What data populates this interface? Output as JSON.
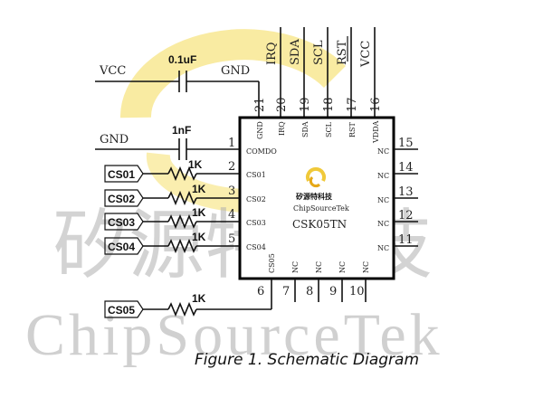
{
  "colors": {
    "logo_arc": "#f7e27a",
    "logo_accent": "#f0c93a",
    "watermark": "#aaaaaa"
  },
  "chip": {
    "part": "CSK05TN",
    "logo_text": "矽源特科技",
    "logo_sub": "ChipSourceTek",
    "logo_icon": "chipsourcetek-logo-icon"
  },
  "pins_left": [
    {
      "num": "1",
      "name": "COMDO"
    },
    {
      "num": "2",
      "name": "CS01"
    },
    {
      "num": "3",
      "name": "CS02"
    },
    {
      "num": "4",
      "name": "CS03"
    },
    {
      "num": "5",
      "name": "CS04"
    }
  ],
  "pins_top": [
    {
      "num": "21",
      "name": "GND"
    },
    {
      "num": "20",
      "name": "IRQ"
    },
    {
      "num": "19",
      "name": "SDA"
    },
    {
      "num": "18",
      "name": "SCL"
    },
    {
      "num": "17",
      "name": "RST"
    },
    {
      "num": "16",
      "name": "VDDA"
    }
  ],
  "pins_right": [
    {
      "num": "15",
      "name": "NC"
    },
    {
      "num": "14",
      "name": "NC"
    },
    {
      "num": "13",
      "name": "NC"
    },
    {
      "num": "12",
      "name": "NC"
    },
    {
      "num": "11",
      "name": "NC"
    }
  ],
  "pins_bottom": [
    {
      "num": "6",
      "name": "CS05"
    },
    {
      "num": "7",
      "name": "NC"
    },
    {
      "num": "8",
      "name": "NC"
    },
    {
      "num": "9",
      "name": "NC"
    },
    {
      "num": "10",
      "name": "NC"
    }
  ],
  "top_nets": [
    "IRQ",
    "SDA",
    "SCL",
    "RST",
    "VCC"
  ],
  "nets": {
    "vcc": "VCC",
    "gnd_top": "GND",
    "gnd_left": "GND"
  },
  "capacitors": {
    "c1": "0.1uF",
    "c2": "1nF"
  },
  "resistors": [
    "1K",
    "1K",
    "1K",
    "1K",
    "1K"
  ],
  "cs_labels": [
    "CS01",
    "CS02",
    "CS03",
    "CS04",
    "CS05"
  ],
  "watermark": {
    "cn": "矽源特科技",
    "en": "ChipSourceTek"
  },
  "caption": "Figure 1. Schematic Diagram"
}
